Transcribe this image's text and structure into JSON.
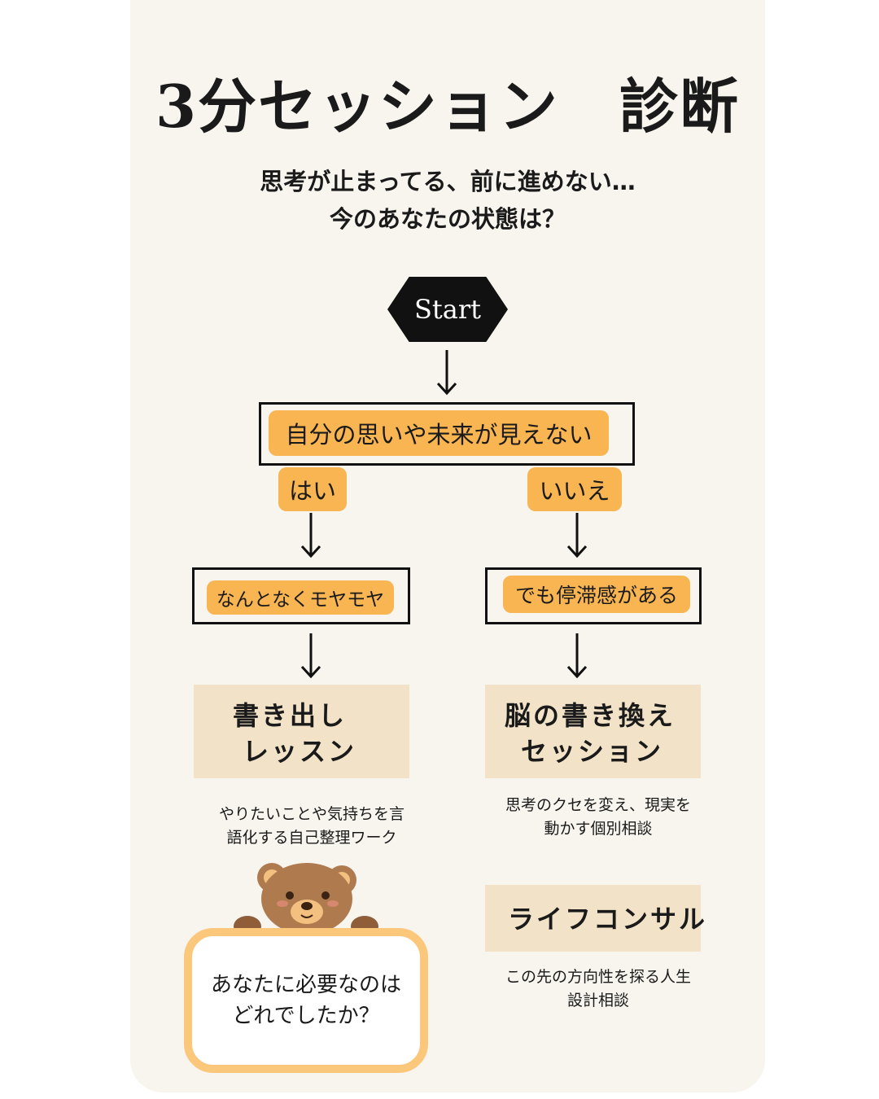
{
  "title": "3分セッション　診断",
  "subtitle": {
    "line1": "思考が止まってる、前に進めない…",
    "line2": "今のあなたの状態は？"
  },
  "flow": {
    "start": "Start",
    "question": "自分の思いや未来が見えない",
    "yes": "はい",
    "no": "いいえ",
    "left_state": "なんとなくモヤモヤ",
    "right_state": "でも停滞感がある"
  },
  "results": {
    "writing": {
      "title_line1": "書き出し",
      "title_line2": "レッスン",
      "desc_line1": "やりたいことや気持ちを言",
      "desc_line2": "語化する自己整理ワーク"
    },
    "rewire": {
      "title_line1": "脳の書き換え",
      "title_line2": "セッション",
      "desc_line1": "思考のクセを変え、現実を",
      "desc_line2": "動かす個別相談"
    },
    "life": {
      "title": "ライフコンサル",
      "desc_line1": "この先の方向性を探る人生",
      "desc_line2": "設計相談"
    }
  },
  "bubble": {
    "line1": "あなたに必要なのは",
    "line2": "どれでしたか？"
  },
  "colors": {
    "background": "#f8f5ee",
    "accent": "#f8b552",
    "result_fill": "#f2e3c8",
    "bubble_border": "#fbc77b",
    "ink": "#111111"
  },
  "icons": [
    "down-arrow-icon",
    "bear-illustration"
  ]
}
